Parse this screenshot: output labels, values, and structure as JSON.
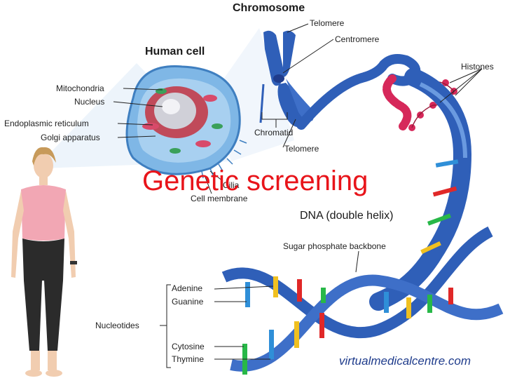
{
  "title": "Genetic screening",
  "watermark": "virtualmedicalcentre.com",
  "headings": {
    "chromosome": "Chromosome",
    "human_cell": "Human cell",
    "dna": "DNA (double helix)"
  },
  "cell_labels": [
    "Mitochondria",
    "Nucleus",
    "Endoplasmic reticulum",
    "Golgi apparatus",
    "Cilia",
    "Cell membrane"
  ],
  "chromosome_labels": [
    "Telomere",
    "Centromere",
    "Chromatid",
    "Telomere",
    "Histones"
  ],
  "dna_labels": {
    "backbone": "Sugar phosphate backbone",
    "group": "Nucleotides",
    "bases": [
      "Adenine",
      "Guanine",
      "Cytosine",
      "Thymine"
    ]
  },
  "colors": {
    "title": "#e8141a",
    "helix": "#2f5fb8",
    "cell": "#7fb7e6",
    "nucleus": "#c0c0c8",
    "histone": "#d6285a",
    "adenine": "#f0c020",
    "guanine": "#2f8fd8",
    "cytosine": "#e02828",
    "thymine": "#28b848"
  }
}
